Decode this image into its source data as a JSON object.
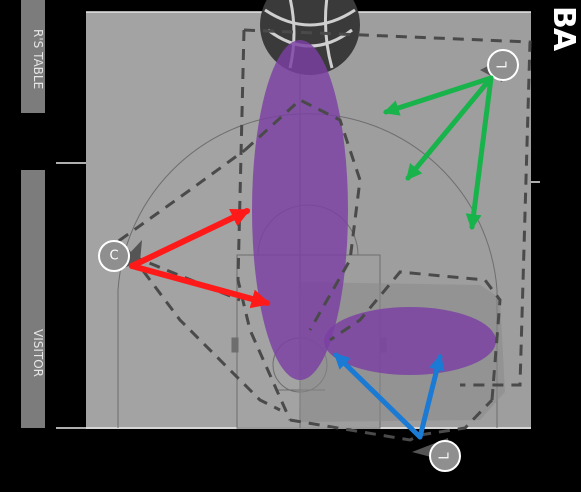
{
  "labels": {
    "scorers_table": "R'S TABLE",
    "visitor": "VISITOR",
    "corner": "BA"
  },
  "players": {
    "c": "C",
    "l_right": "L",
    "l_bottom": "L"
  },
  "colors": {
    "court": "#a3a3a3",
    "zone_fill": "#7b3fa3",
    "pass_red": "#ff1a1a",
    "pass_green": "#19b34c",
    "pass_blue": "#1a7ad4",
    "route_dashes": "#4a4a4a"
  }
}
